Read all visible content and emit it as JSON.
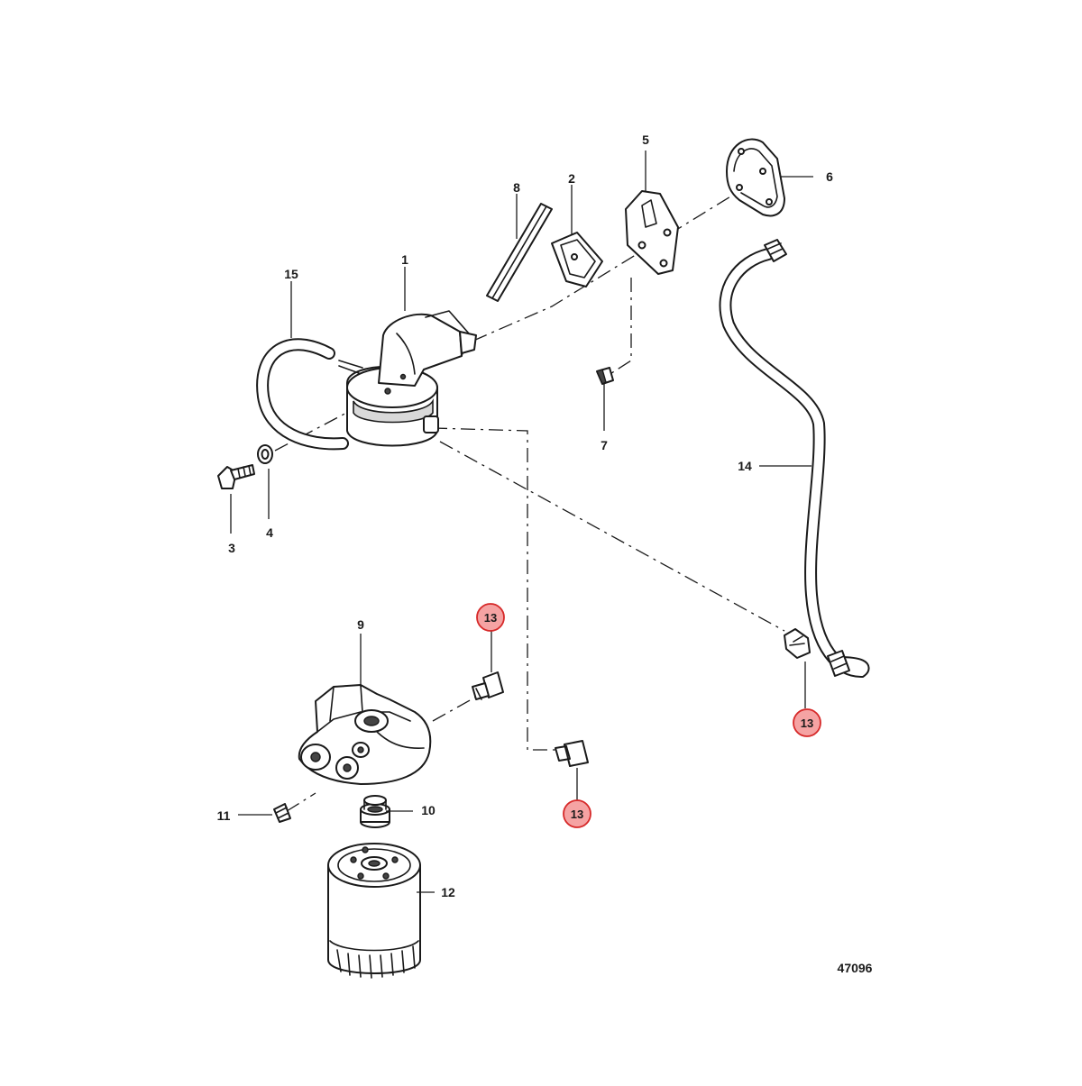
{
  "colors": {
    "line": "#1a1a1a",
    "callout_fill": "#f5a3a3",
    "callout_stroke": "#d62828",
    "background": "#ffffff"
  },
  "labels": {
    "l1": "1",
    "l2": "2",
    "l3": "3",
    "l4": "4",
    "l5": "5",
    "l6": "6",
    "l7": "7",
    "l8": "8",
    "l9": "9",
    "l10": "10",
    "l11": "11",
    "l12": "12",
    "l13a": "13",
    "l13b": "13",
    "l13c": "13",
    "l14": "14",
    "l15": "15"
  },
  "figure_number": "47096"
}
